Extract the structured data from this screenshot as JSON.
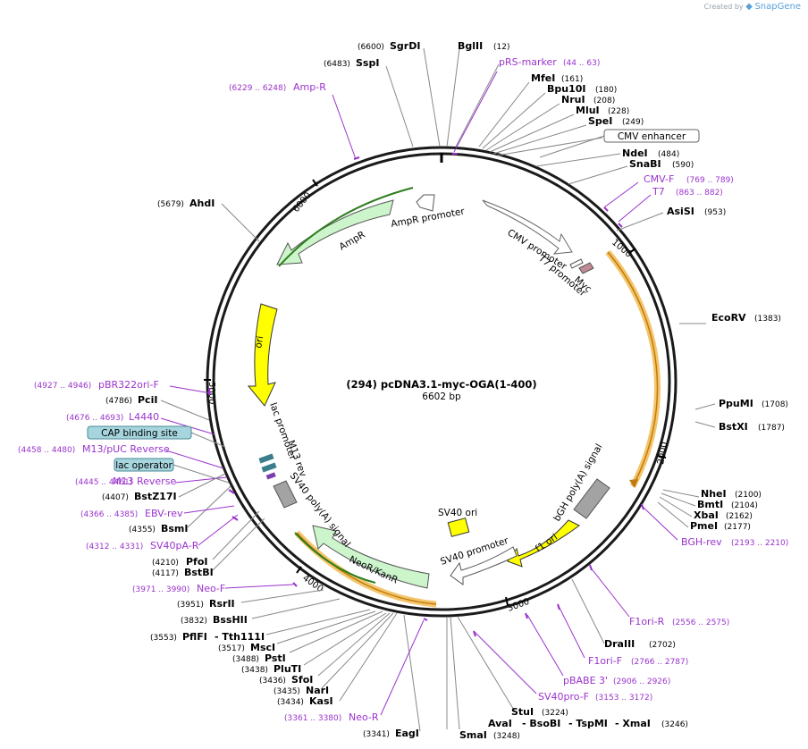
{
  "watermark": {
    "created_by": "Created by",
    "brand": "SnapGene"
  },
  "plasmid": {
    "title": "(294) pcDNA3.1-myc-OGA(1-400)",
    "size": "6602 bp"
  },
  "ticks": [
    "1000",
    "2000",
    "3000",
    "4000",
    "5000",
    "6000"
  ],
  "features": {
    "cmv_enhancer": "CMV enhancer",
    "cmv_promoter": "CMV promoter",
    "t7_promoter": "T7 promoter",
    "myc": "Myc",
    "bgh": "bGH poly(A) signal",
    "f1ori": "f1 ori",
    "sv40_promoter": "SV40 promoter",
    "sv40_ori": "SV40 ori",
    "neo": "NeoR/KanR",
    "sv40_polya": "SV40 poly(A) signal",
    "m13rev": "M13 rev",
    "lac_promoter": "lac promoter",
    "ori": "ori",
    "ampr": "AmpR",
    "ampr_promoter": "AmpR promoter",
    "cap_site": "CAP binding site",
    "lac_operator": "lac operator"
  },
  "enzymes": {
    "sgrdi": {
      "pos": "(6600)",
      "name": "SgrDI"
    },
    "bglii": {
      "pos": "(12)",
      "name": "BglII"
    },
    "sspi": {
      "pos": "(6483)",
      "name": "SspI"
    },
    "mfei": {
      "pos": "(161)",
      "name": "MfeI"
    },
    "bpu10i": {
      "pos": "(180)",
      "name": "Bpu10I"
    },
    "drui": {
      "pos": "(208)",
      "name": "NruI"
    },
    "mlui": {
      "pos": "(228)",
      "name": "MluI"
    },
    "spei": {
      "pos": "(249)",
      "name": "SpeI"
    },
    "ndei": {
      "pos": "(484)",
      "name": "NdeI"
    },
    "snabi": {
      "pos": "(590)",
      "name": "SnaBI"
    },
    "asisi": {
      "pos": "(953)",
      "name": "AsiSI"
    },
    "ahdi": {
      "pos": "(5679)",
      "name": "AhdI"
    },
    "ecorv": {
      "pos": "(1383)",
      "name": "EcoRV"
    },
    "ppumi": {
      "pos": "(1708)",
      "name": "PpuMI"
    },
    "bstxi": {
      "pos": "(1787)",
      "name": "BstXI"
    },
    "pcii": {
      "pos": "(4786)",
      "name": "PciI"
    },
    "bstz17i": {
      "pos": "(4407)",
      "name": "BstZ17I"
    },
    "bsmi": {
      "pos": "(4355)",
      "name": "BsmI"
    },
    "nhei": {
      "pos": "(2100)",
      "name": "NheI"
    },
    "bmti": {
      "pos": "(2104)",
      "name": "BmtI"
    },
    "xbai": {
      "pos": "(2162)",
      "name": "XbaI"
    },
    "pmei": {
      "pos": "(2177)",
      "name": "PmeI"
    },
    "pfoi": {
      "pos": "(4210)",
      "name": "PfoI"
    },
    "bstbi": {
      "pos": "(4117)",
      "name": "BstBI"
    },
    "rsrii": {
      "pos": "(3951)",
      "name": "RsrII"
    },
    "bsshii": {
      "pos": "(3832)",
      "name": "BssHII"
    },
    "pflfi": {
      "pos": "(3553)",
      "name": "PflFI",
      "extra": "- Tth111I"
    },
    "msci": {
      "pos": "(3517)",
      "name": "MscI"
    },
    "psti": {
      "pos": "(3488)",
      "name": "PstI"
    },
    "pluti": {
      "pos": "(3438)",
      "name": "PluTI"
    },
    "sfoi": {
      "pos": "(3436)",
      "name": "SfoI"
    },
    "nari": {
      "pos": "(3435)",
      "name": "NarI"
    },
    "kasi": {
      "pos": "(3434)",
      "name": "KasI"
    },
    "eagi": {
      "pos": "(3341)",
      "name": "EagI"
    },
    "smai": {
      "pos": "(3248)",
      "name": "SmaI"
    },
    "stui": {
      "pos": "(3224)",
      "name": "StuI"
    },
    "avai": {
      "name": "AvaI",
      "extra1": "- BsoBI",
      "extra2": "- TspMI",
      "extra3": "- XmaI",
      "pos": "(3246)"
    },
    "draiii": {
      "pos": "(2702)",
      "name": "DraIII"
    }
  },
  "primers": {
    "prs": {
      "name": "pRS-marker",
      "pos": "(44 .. 63)"
    },
    "ampr": {
      "name": "Amp-R",
      "pos": "(6229 .. 6248)"
    },
    "cmvf": {
      "name": "CMV-F",
      "pos": "(769 .. 789)"
    },
    "t7": {
      "name": "T7",
      "pos": "(863 .. 882)"
    },
    "pbr322": {
      "name": "pBR322ori-F",
      "pos": "(4927 .. 4946)"
    },
    "l4440": {
      "name": "L4440",
      "pos": "(4676 .. 4693)"
    },
    "m13puc": {
      "name": "M13/pUC Reverse",
      "pos": "(4458 .. 4480)"
    },
    "m13rev": {
      "name": "M13 Reverse",
      "pos": "(4445 .. 4461)"
    },
    "ebv": {
      "name": "EBV-rev",
      "pos": "(4366 .. 4385)"
    },
    "sv40pa": {
      "name": "SV40pA-R",
      "pos": "(4312 .. 4331)"
    },
    "bgh": {
      "name": "BGH-rev",
      "pos": "(2193 .. 2210)"
    },
    "neof": {
      "name": "Neo-F",
      "pos": "(3971 .. 3990)"
    },
    "f1orir": {
      "name": "F1ori-R",
      "pos": "(2556 .. 2575)"
    },
    "f1orif": {
      "name": "F1ori-F",
      "pos": "(2766 .. 2787)"
    },
    "pbabe": {
      "name": "pBABE 3'",
      "pos": "(2906 .. 2926)"
    },
    "sv40pro": {
      "name": "SV40pro-F",
      "pos": "(3153 .. 3172)"
    },
    "neor": {
      "name": "Neo-R",
      "pos": "(3361 .. 3380)"
    }
  },
  "colors": {
    "backbone": "#1a1a1a",
    "primer": "#9a33cc",
    "feature_green": "#ccf5cc",
    "ori_yellow": "#ffff00",
    "orange": "#e8a33a",
    "terminator": "#a3a3a3",
    "label_box": "#a6d5de"
  }
}
